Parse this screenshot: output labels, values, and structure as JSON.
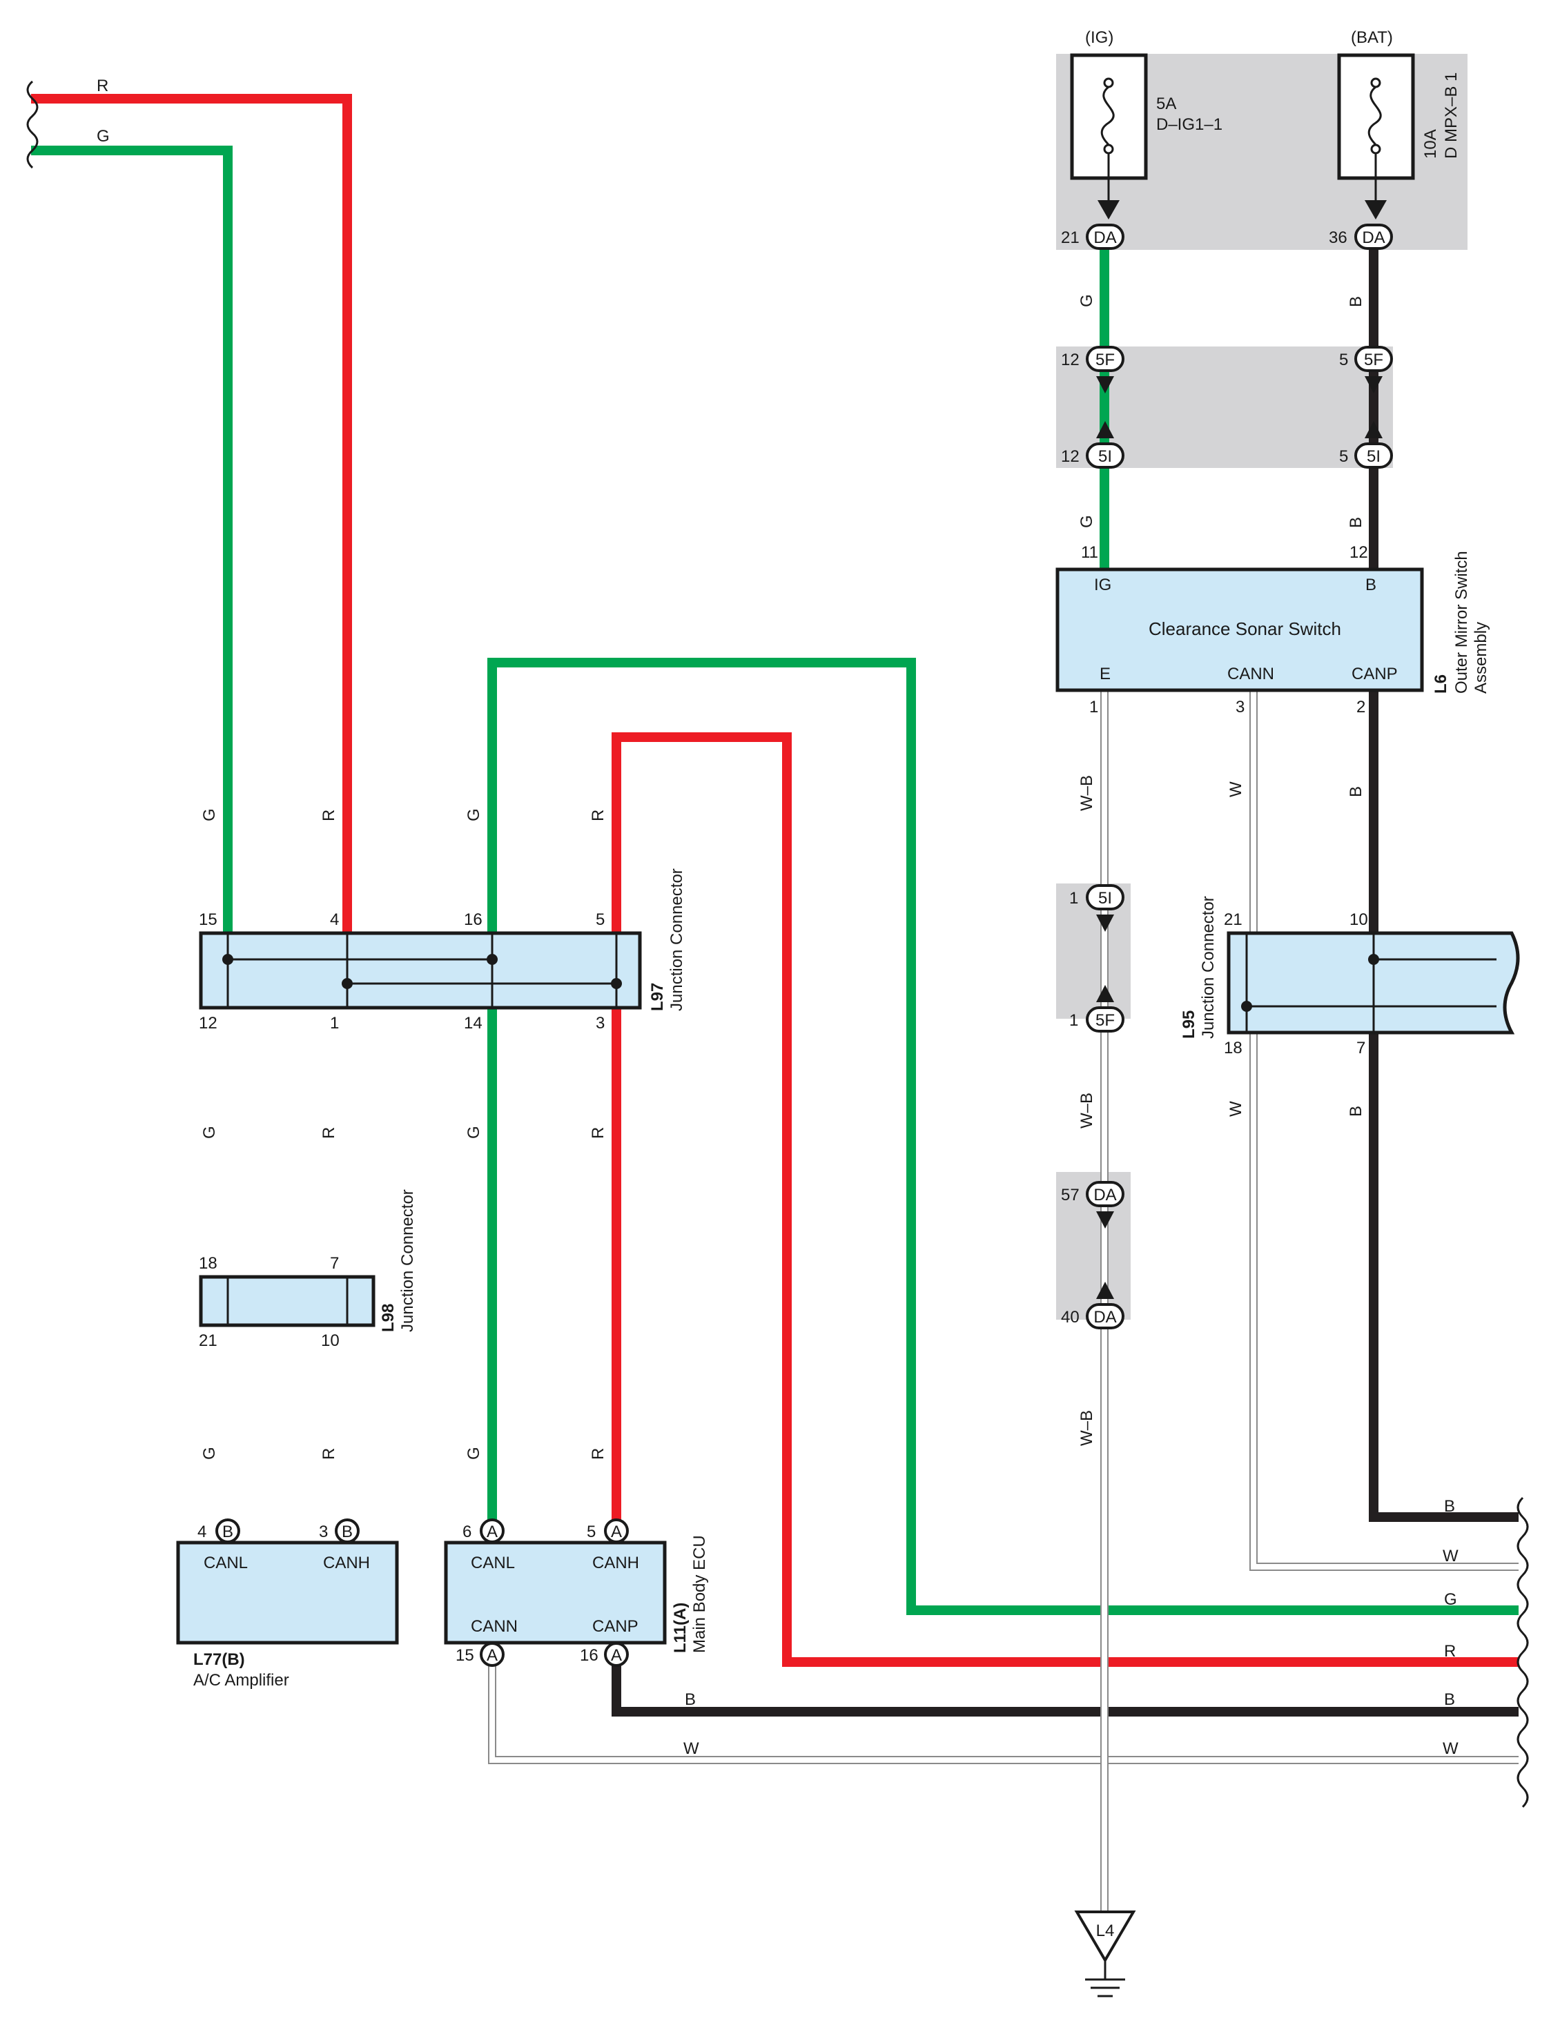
{
  "diagram": {
    "wire_colors": {
      "G": "#00a651",
      "R": "#ed1c24",
      "B": "#231f20",
      "W": "#ffffff",
      "W-B": "#ffffff"
    },
    "fuses": {
      "ig": {
        "source": "(IG)",
        "rating": "5A",
        "name": "D–IG1–1"
      },
      "bat": {
        "source": "(BAT)",
        "rating": "10A",
        "name": "D MPX–B 1"
      }
    },
    "connector_codes": {
      "da": "DA",
      "f5": "5F",
      "i5": "5I",
      "a": "A",
      "b": "B"
    },
    "pins": {
      "da_21": "21",
      "da_36": "36",
      "f5_12": "12",
      "f5_5": "5",
      "i5_12": "12",
      "i5_5": "5",
      "sw_11": "11",
      "sw_12": "12",
      "sw_1": "1",
      "sw_3": "3",
      "sw_2": "2",
      "i5_1": "1",
      "f5_1": "1",
      "da_57": "57",
      "da_40": "40",
      "l95_21": "21",
      "l95_10": "10",
      "l95_18": "18",
      "l95_7": "7",
      "l97_15": "15",
      "l97_4": "4",
      "l97_16": "16",
      "l97_5": "5",
      "l97_12": "12",
      "l97_1": "1",
      "l97_14": "14",
      "l97_3": "3",
      "l98_18": "18",
      "l98_7": "7",
      "l98_21": "21",
      "l98_10": "10",
      "l77_4": "4",
      "l77_3": "3",
      "l11_6": "6",
      "l11_5": "5",
      "l11_15": "15",
      "l11_16": "16"
    },
    "switch": {
      "title": "Clearance Sonar Switch",
      "terminals": {
        "ig": "IG",
        "b": "B",
        "e": "E",
        "cann": "CANN",
        "canp": "CANP"
      },
      "code": "L6",
      "desc1": "Outer Mirror Switch",
      "desc2": "Assembly"
    },
    "l97": {
      "code": "L97",
      "desc": "Junction Connector"
    },
    "l98": {
      "code": "L98",
      "desc": "Junction Connector"
    },
    "l95": {
      "code": "L95",
      "desc": "Junction Connector"
    },
    "l77": {
      "code": "L77(B)",
      "desc": "A/C Amplifier",
      "terminals": {
        "canl": "CANL",
        "canh": "CANH"
      }
    },
    "l11": {
      "code": "L11(A)",
      "desc": "Main Body ECU",
      "terminals": {
        "canl": "CANL",
        "canh": "CANH",
        "cann": "CANN",
        "canp": "CANP"
      }
    },
    "ground": "L4",
    "wire_labels": {
      "r": "R",
      "g": "G",
      "b": "B",
      "w": "W",
      "wb": "W–B"
    }
  }
}
